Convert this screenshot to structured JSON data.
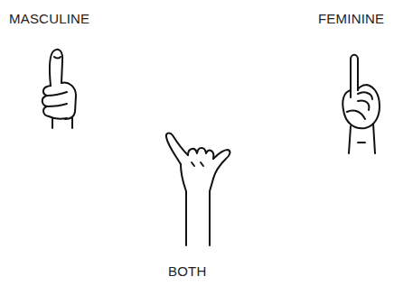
{
  "diagram": {
    "labels": [
      "MASCULINE",
      "FEMININE",
      "BOTH"
    ]
  }
}
